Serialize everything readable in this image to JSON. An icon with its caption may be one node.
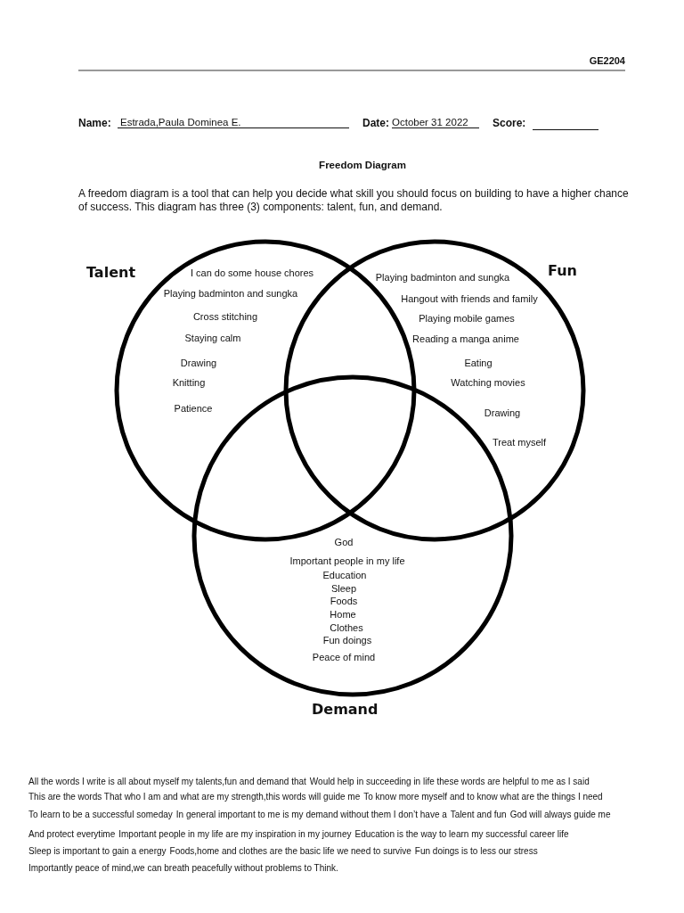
{
  "diagram": {
    "title": "Freedom Diagram",
    "nodes": [
      {
        "text": [
          "Talent",
          "I can do some house chores",
          "Playing badminton and sungka",
          "Cross stitching",
          "Staying calm",
          "Drawing",
          "Knitting",
          "Patience"
        ]
      },
      {
        "text": [
          "Fun",
          "Playing badminton and sungka",
          "Hangout with friends and family",
          "Playing mobile games",
          "Reading a manga anime",
          "Eating",
          "Watching movies",
          "Drawing",
          "Treat myself"
        ]
      },
      {
        "text": [
          "God",
          "Important people in my life",
          "Education",
          "Sleep",
          "Foods",
          "Home",
          "Clothes",
          "Fun doings",
          "Peace of mind",
          "Demand"
        ]
      }
    ],
    "labels": [
      "GE2204",
      "Name:",
      "Estrada,Paula Dominea E.",
      "Date:",
      "October 31 2022",
      "Score:",
      "A freedom diagram is a tool that can help you decide what skill you should focus on building to have a higher chance of success. This diagram has three (3) components: talent, fun, and demand.",
      "All the words I write is all about myself my talents,fun and demand that",
      "Would help in succeeding in life these words are helpful to me as I said",
      "This are the words That who I am and what are my strength,this words will guide me",
      "To know more myself and to know what are the things I need",
      "To learn to be a successful someday",
      "In general important to me is my demand without them I don’t have a",
      "Talent and fun",
      "God will always guide me",
      "And protect everytime",
      "Important people in my life are my inspiration in my journey",
      "Education is the way to learn my successful career life",
      "Sleep is important to gain a energy",
      "Foods,home and clothes are the basic life we need to survive",
      "Fun doings is to less our stress",
      "Importantly peace of mind,we can breath peacefully without problems to Think."
    ]
  }
}
